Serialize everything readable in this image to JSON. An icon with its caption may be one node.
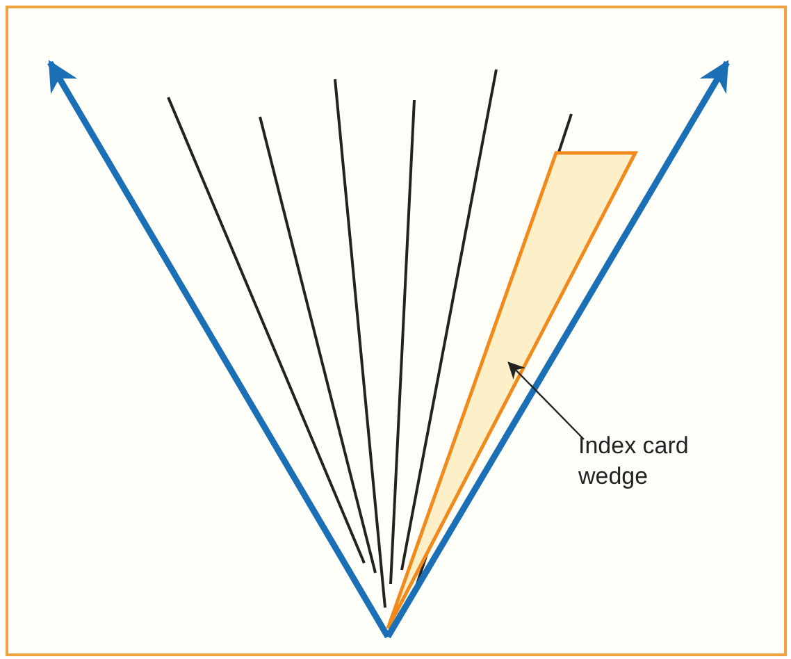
{
  "diagram": {
    "nodes": [
      {
        "text": [
          "Index card wedge"
        ]
      },
      {
        "text": [],
        "shape": "triangle"
      }
    ],
    "edges": [
      {
        "from": 0,
        "to": 1,
        "arrow": "to"
      }
    ]
  }
}
